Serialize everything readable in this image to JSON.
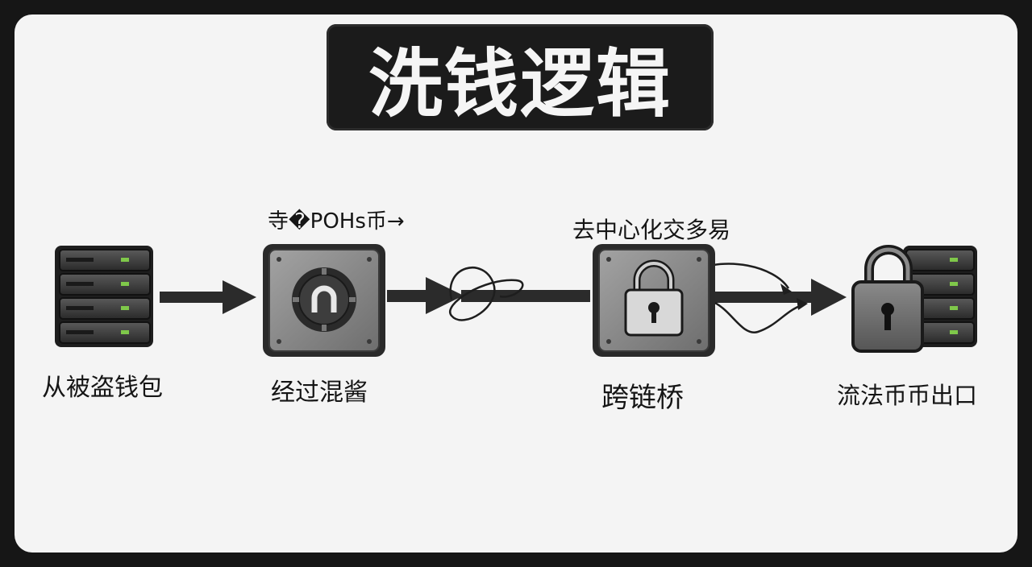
{
  "title": "洗钱逻辑",
  "nodes": [
    {
      "id": "wallet",
      "label": "从被盗钱包",
      "icon": "server-stack-icon"
    },
    {
      "id": "mixer",
      "label": "经过混酱",
      "top_label": "寺�POHs币→",
      "icon": "mixer-coin-icon"
    },
    {
      "id": "bridge",
      "label": "跨链桥",
      "top_label": "去中心化交多易",
      "icon": "padlock-icon"
    },
    {
      "id": "exit",
      "label": "流法币币出口",
      "icon": "locked-server-icon"
    }
  ],
  "colors": {
    "background": "#161616",
    "card": "#f4f4f4",
    "arrow": "#2b2b2b",
    "box": "#8a8a8a",
    "server_light": "#7fc84a"
  }
}
